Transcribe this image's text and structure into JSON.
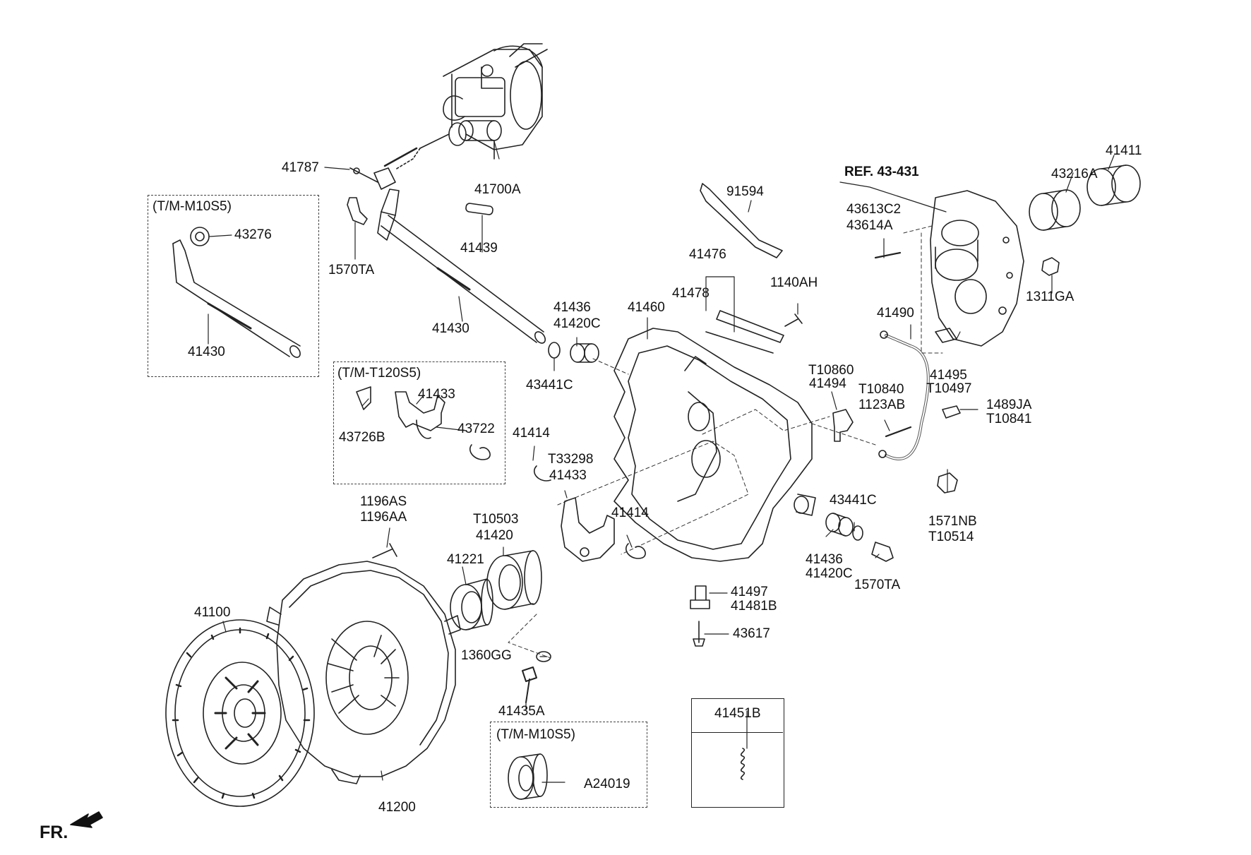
{
  "diagram": {
    "reference": "REF. 43-431",
    "orientation_mark": "FR.",
    "variants": {
      "m10s5_top": "(T/M-M10S5)",
      "t120s5": "(T/M-T120S5)",
      "m10s5_bottom": "(T/M-M10S5)"
    },
    "legend_box_part": "41451B",
    "parts": {
      "p41787": "41787",
      "p41700A": "41700A",
      "p43276": "43276",
      "p41430_left": "41430",
      "p1570TA_top": "1570TA",
      "p41439": "41439",
      "p41430_mid": "41430",
      "p41436_top": "41436",
      "p41420C_top": "41420C",
      "p43441C_top": "43441C",
      "p43726B": "43726B",
      "p41433_top": "41433",
      "p43722": "43722",
      "p41414_top": "41414",
      "pT33298": "T33298",
      "p41433_mid": "41433",
      "p91594": "91594",
      "p41476": "41476",
      "p41478": "41478",
      "p1140AH": "1140AH",
      "p41460": "41460",
      "p43613C2": "43613C2",
      "p43614A": "43614A",
      "p41490": "41490",
      "p43216A": "43216A",
      "p41411": "41411",
      "p1311GA": "1311GA",
      "p41495": "41495",
      "pT10497": "T10497",
      "pT10860": "T10860",
      "p41494": "41494",
      "pT10840": "T10840",
      "p1123AB": "1123AB",
      "p1489JA": "1489JA",
      "pT10841": "T10841",
      "p1571NB": "1571NB",
      "pT10514": "T10514",
      "p1196AS": "1196AS",
      "p1196AA": "1196AA",
      "pT10503": "T10503",
      "p41420": "41420",
      "p41221": "41221",
      "p41414_mid": "41414",
      "p43441C_right": "43441C",
      "p41436_right": "41436",
      "p41420C_right": "41420C",
      "p1570TA_right": "1570TA",
      "p41497": "41497",
      "p41481B": "41481B",
      "p43617": "43617",
      "p41100": "41100",
      "p1360GG": "1360GG",
      "p41435A": "41435A",
      "pA24019": "A24019",
      "p41200": "41200"
    }
  }
}
